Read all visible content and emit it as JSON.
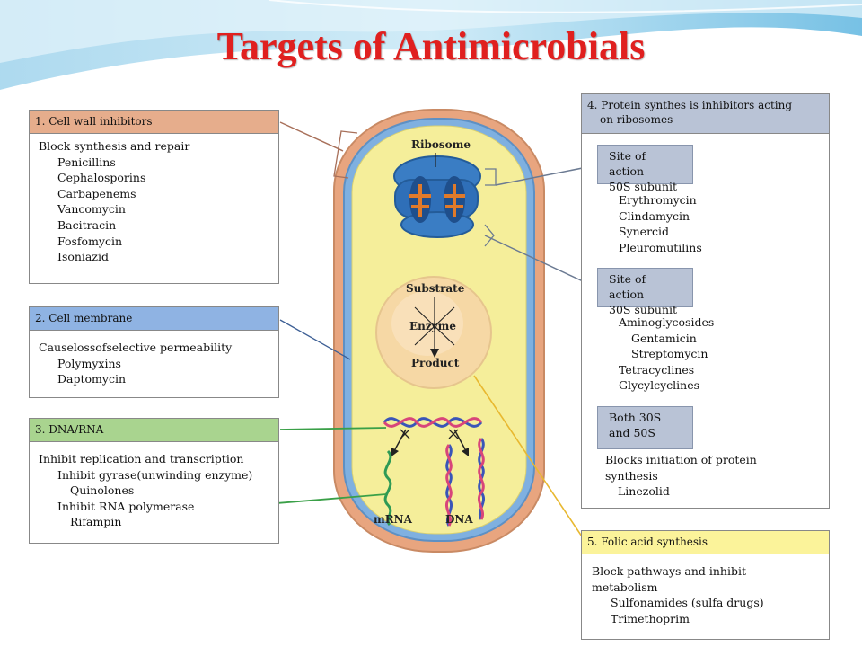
{
  "title": "Targets of Antimicrobials",
  "diagram_labels": {
    "ribosome": "Ribosome",
    "substrate": "Substrate",
    "enzyme": "Enzyme",
    "product": "Product",
    "mrna": "mRNA",
    "dna": "DNA"
  },
  "cell_wall": {
    "header": "1. Cell wall inhibitors",
    "lead": "Block synthesis and repair",
    "items": [
      "Penicillins",
      "Cephalosporins",
      "Carbapenems",
      "Vancomycin",
      "Bacitracin",
      "Fosfomycin",
      "Isoniazid"
    ]
  },
  "cell_membrane": {
    "header": "2. Cell membrane",
    "lead": "Causelossofselective permeability",
    "items": [
      "Polymyxins",
      "Daptomycin"
    ]
  },
  "dna_rna": {
    "header": "3. DNA/RNA",
    "lead": "Inhibit replication and transcription",
    "line1": "Inhibit gyrase(unwinding enzyme)",
    "line1_sub": "Quinolones",
    "line2": "Inhibit RNA polymerase",
    "line2_sub": "Rifampin"
  },
  "protein": {
    "header_line1": "4. Protein synthes is inhibitors acting",
    "header_line2": "on ribosomes",
    "site50_line1": "Site of action",
    "site50_line2": "50S subunit",
    "site50_items": [
      "Erythromycin",
      "Clindamycin",
      "Synercid",
      "Pleuromutilins"
    ],
    "site30_line1": "Site of action",
    "site30_line2": "30S subunit",
    "aminoglycosides": "Aminoglycosides",
    "amino_sub": [
      "Gentamicin",
      "Streptomycin"
    ],
    "site30_items": [
      "Tetracyclines",
      "Glycylcyclines"
    ],
    "both_line1": "Both 30S",
    "both_line2": "and 50S",
    "both_desc1": "Blocks initiation of protein",
    "both_desc2": "synthesis",
    "both_item": "Linezolid"
  },
  "folic": {
    "header": "5. Folic acid synthesis",
    "lead1": "Block pathways and inhibit",
    "lead2": "metabolism",
    "items": [
      "Sulfonamides (sulfa drugs)",
      "Trimethoprim"
    ]
  },
  "colors": {
    "title": "#e0201f",
    "cell_wall_header": "#e6ad8c",
    "membrane_header": "#8fb3e3",
    "dna_header": "#a9d48f",
    "protein_header": "#b9c3d6",
    "folic_header": "#fbf39a"
  }
}
